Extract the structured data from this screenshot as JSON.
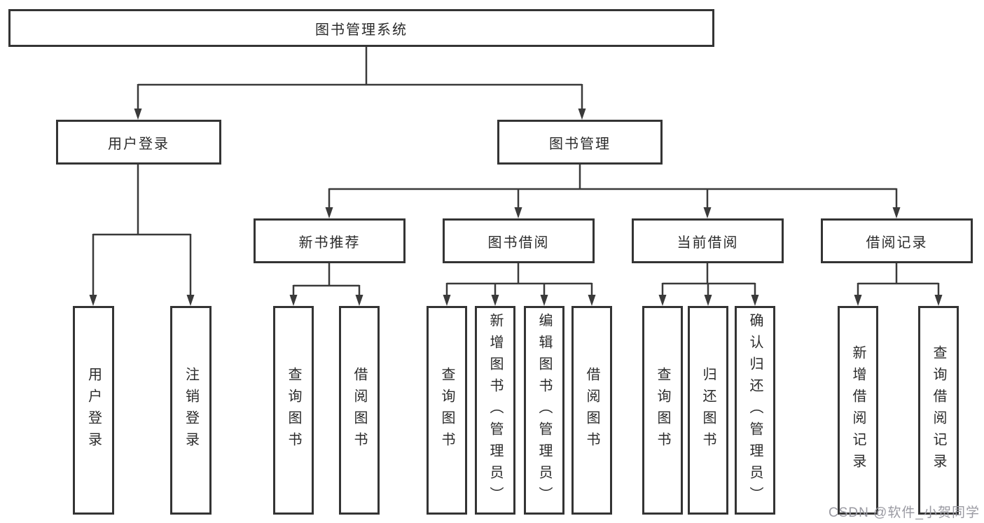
{
  "tree": {
    "root": {
      "label": "图书管理系统"
    },
    "level2": [
      {
        "label": "用户登录",
        "children": [
          {
            "label": "用户登录"
          },
          {
            "label": "注销登录"
          }
        ]
      },
      {
        "label": "图书管理",
        "children": [
          {
            "label": "新书推荐",
            "children": [
              {
                "label": "查询图书"
              },
              {
                "label": "借阅图书"
              }
            ]
          },
          {
            "label": "图书借阅",
            "children": [
              {
                "label": "查询图书"
              },
              {
                "label": "新增图书（管理员）"
              },
              {
                "label": "编辑图书（管理员）"
              },
              {
                "label": "借阅图书"
              }
            ]
          },
          {
            "label": "当前借阅",
            "children": [
              {
                "label": "查询图书"
              },
              {
                "label": "归还图书"
              },
              {
                "label": "确认归还（管理员）"
              }
            ]
          },
          {
            "label": "借阅记录",
            "children": [
              {
                "label": "新增借阅记录"
              },
              {
                "label": "查询借阅记录"
              }
            ]
          }
        ]
      }
    ]
  },
  "watermark": {
    "text": "CSDN @软件_小贺同学"
  },
  "colors": {
    "line": "#3a3a3a",
    "box_border": "#343434",
    "text": "#2b2b2b",
    "watermark": "#9a9aa2",
    "background": "#ffffff"
  }
}
